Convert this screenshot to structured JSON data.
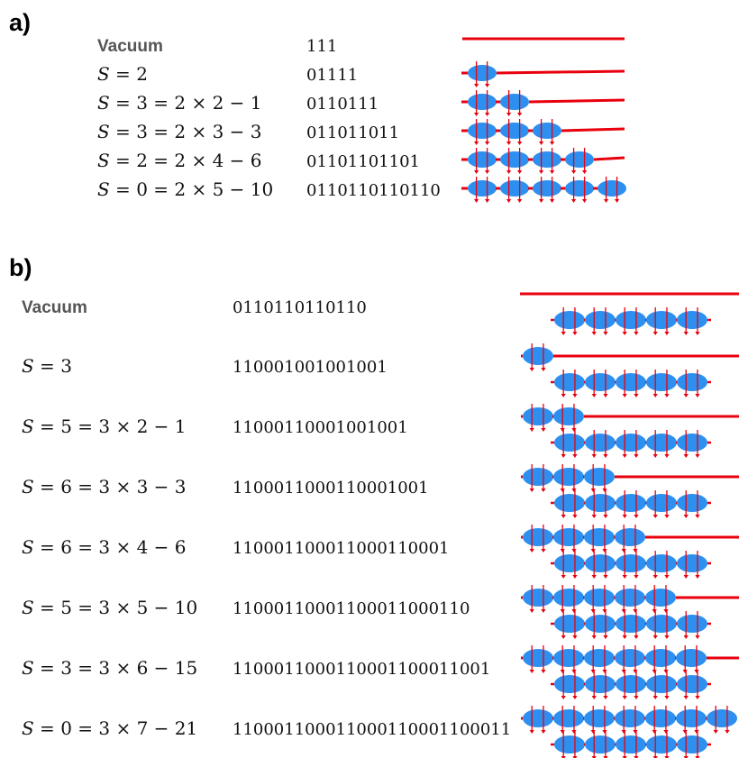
{
  "colors": {
    "line": "#e8000d",
    "ellipse": "#2d8ff0",
    "text": "#111111",
    "vacuum_text": "#555555"
  },
  "panels": [
    {
      "label": "a)",
      "rows": [
        {
          "vacuum_label": "Vacuum",
          "bits": "111",
          "dimers": 0
        },
        {
          "spin": "2",
          "expr": "",
          "bits": "01111",
          "dimers": 1
        },
        {
          "spin": "3",
          "expr": "2 × 2 − 1",
          "bits": "0110111",
          "dimers": 2
        },
        {
          "spin": "3",
          "expr": "2 × 3 − 3",
          "bits": "011011011",
          "dimers": 3
        },
        {
          "spin": "2",
          "expr": "2 × 4 − 6",
          "bits": "01101101101",
          "dimers": 4
        },
        {
          "spin": "0",
          "expr": "2 × 5 − 10",
          "bits": "0110110110110",
          "dimers": 5
        }
      ]
    },
    {
      "label": "b)",
      "rows": [
        {
          "vacuum_label": "Vacuum",
          "bits": "0110110110110",
          "dimers": 0
        },
        {
          "spin": "3",
          "expr": "",
          "bits": "110001001001001",
          "dimers": 1
        },
        {
          "spin": "5",
          "expr": "3 × 2 − 1",
          "bits": "11000110001001001",
          "dimers": 2
        },
        {
          "spin": "6",
          "expr": "3 × 3 − 3",
          "bits": "1100011000110001001",
          "dimers": 3
        },
        {
          "spin": "6",
          "expr": "3 × 4 − 6",
          "bits": "110001100011000110001",
          "dimers": 4
        },
        {
          "spin": "5",
          "expr": "3 × 5 − 10",
          "bits": "11000110001100011000110",
          "dimers": 5
        },
        {
          "spin": "3",
          "expr": "3 × 6 − 15",
          "bits": "1100011000110001100011001",
          "dimers": 6
        },
        {
          "spin": "0",
          "expr": "3 × 7 − 21",
          "bits": "110001100011000110001100011",
          "dimers": 7
        }
      ]
    }
  ]
}
